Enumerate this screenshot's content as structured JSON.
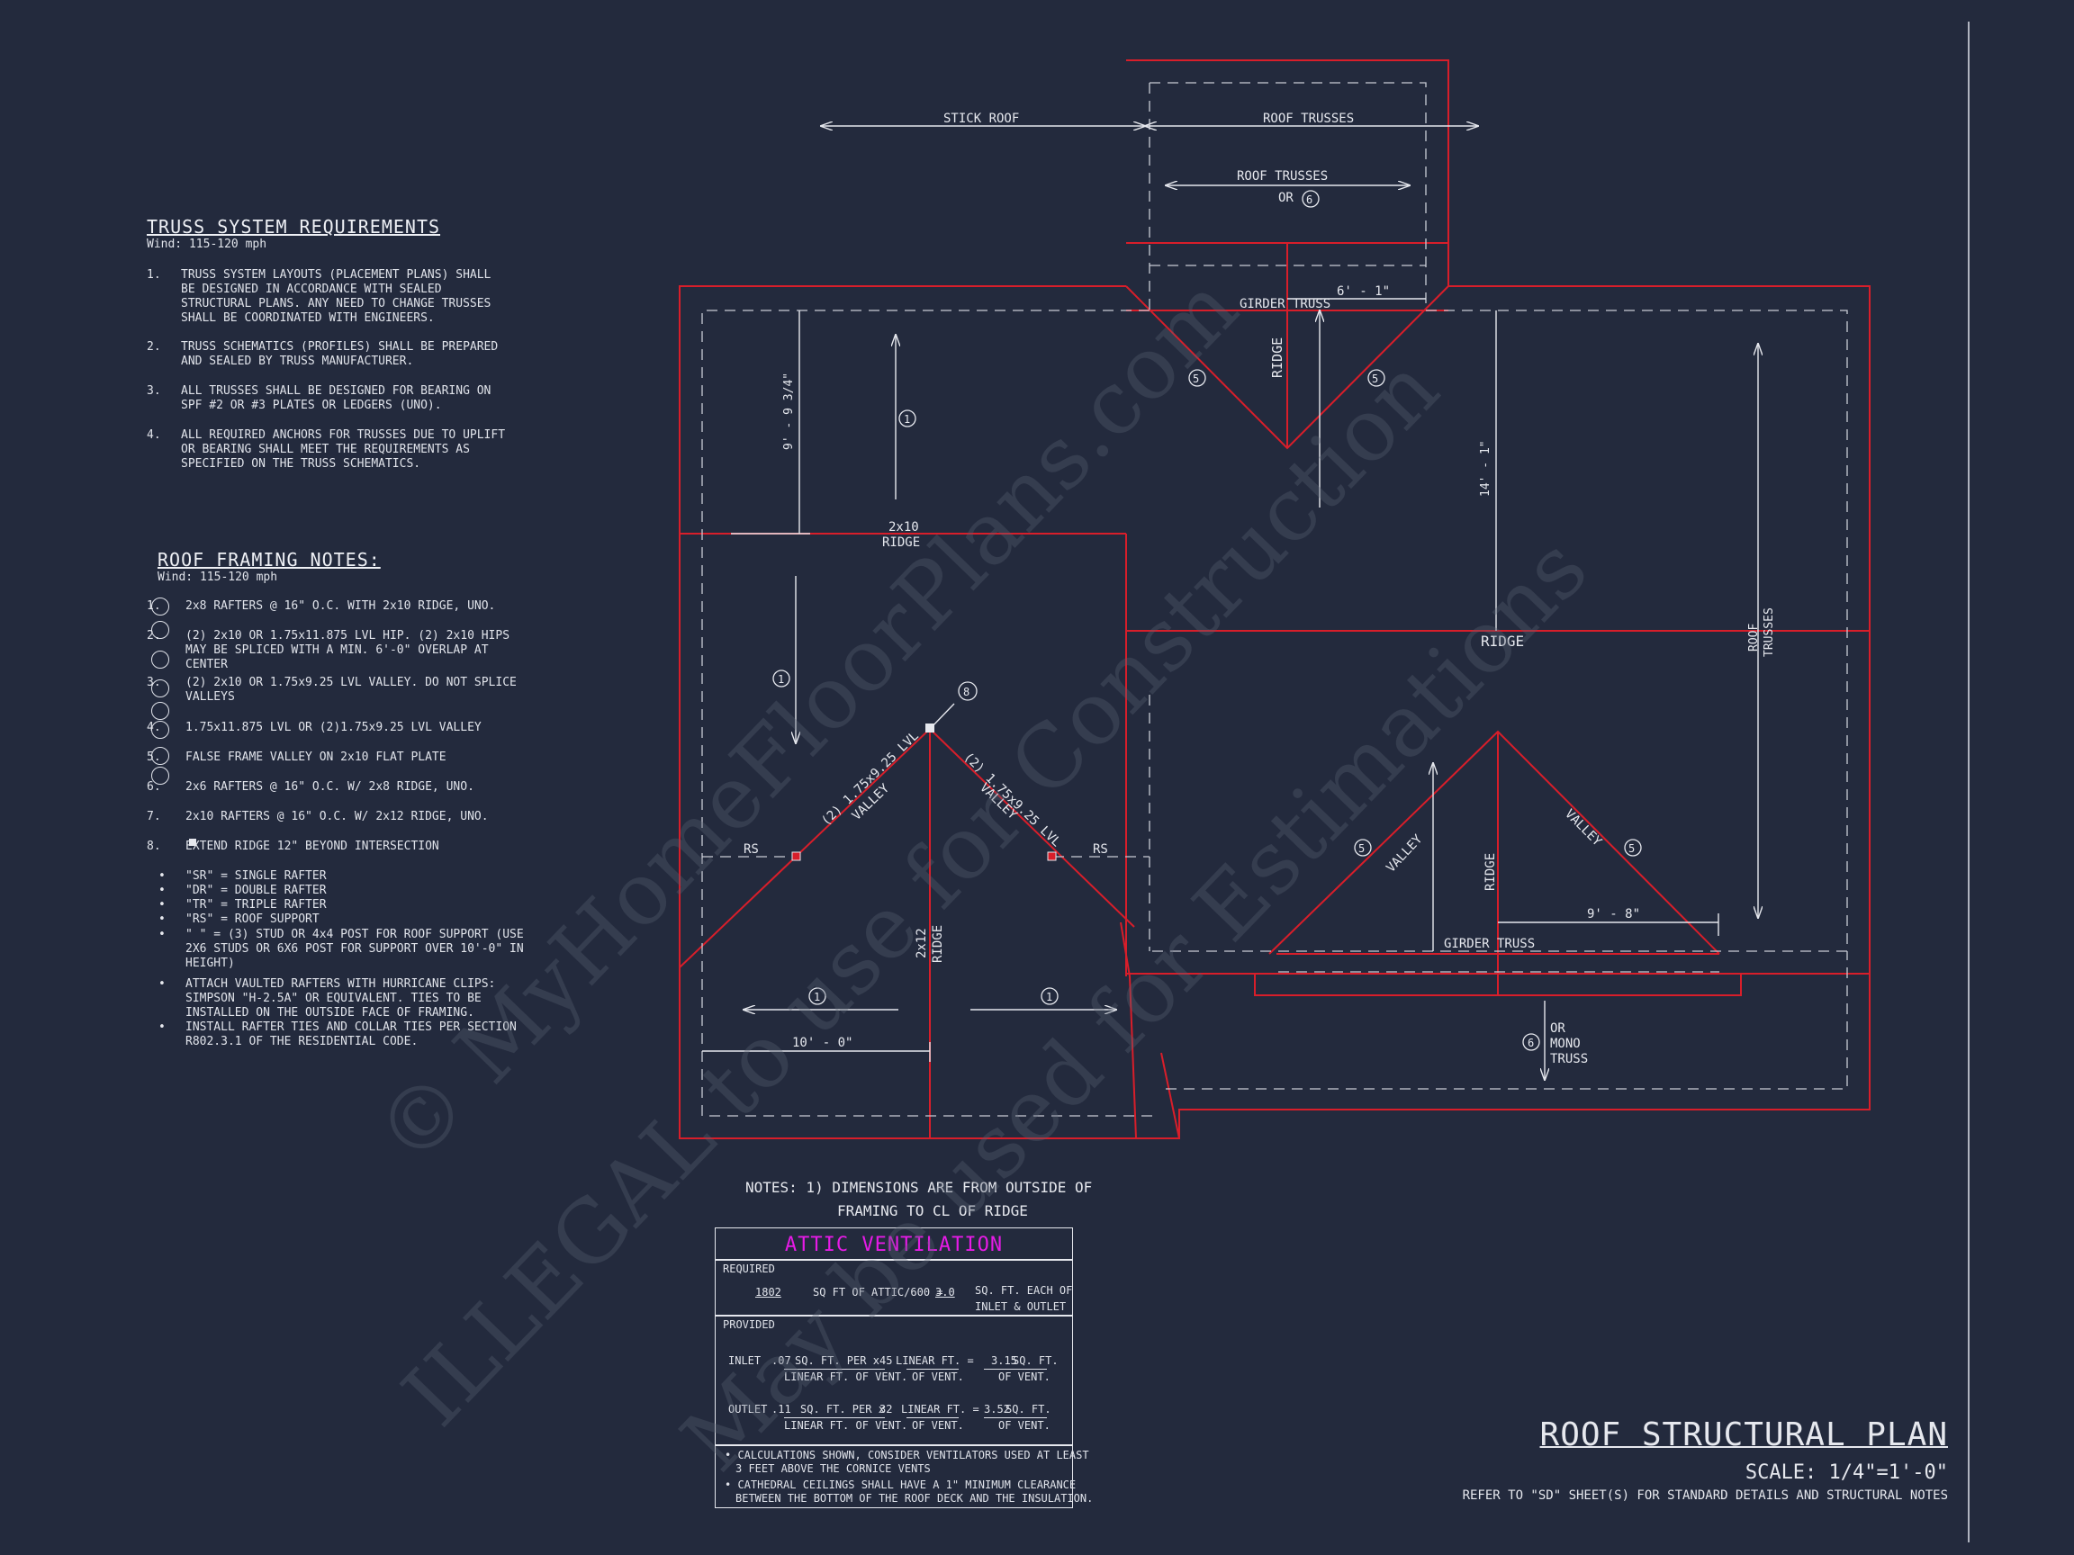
{
  "truss": {
    "title": "TRUSS SYSTEM REQUIREMENTS",
    "wind": "Wind: 115-120 mph",
    "items": [
      {
        "num": "1.",
        "text": "TRUSS SYSTEM LAYOUTS (PLACEMENT PLANS) SHALL BE DESIGNED IN ACCORDANCE WITH SEALED STRUCTURAL PLANS. ANY NEED TO CHANGE TRUSSES SHALL BE COORDINATED WITH ENGINEERS."
      },
      {
        "num": "2.",
        "text": "TRUSS SCHEMATICS (PROFILES) SHALL BE PREPARED AND SEALED BY TRUSS MANUFACTURER."
      },
      {
        "num": "3.",
        "text": "ALL TRUSSES SHALL BE DESIGNED FOR BEARING ON SPF #2 OR #3 PLATES OR LEDGERS (UNO)."
      },
      {
        "num": "4.",
        "text": "ALL REQUIRED ANCHORS FOR TRUSSES DUE TO UPLIFT OR BEARING SHALL MEET THE REQUIREMENTS AS SPECIFIED ON THE TRUSS SCHEMATICS."
      }
    ]
  },
  "framing": {
    "title": "ROOF FRAMING NOTES:",
    "wind": "Wind: 115-120 mph",
    "items": [
      {
        "num": "1.",
        "text": "2x8 RAFTERS @ 16\" O.C. WITH 2x10 RIDGE, UNO."
      },
      {
        "num": "2.",
        "text": "(2) 2x10 OR 1.75x11.875 LVL HIP. (2) 2x10 HIPS MAY BE SPLICED WITH A MIN. 6'-0\" OVERLAP AT CENTER"
      },
      {
        "num": "3.",
        "text": "(2) 2x10 OR 1.75x9.25 LVL VALLEY. DO NOT SPLICE VALLEYS"
      },
      {
        "num": "4.",
        "text": "1.75x11.875 LVL OR (2)1.75x9.25 LVL VALLEY"
      },
      {
        "num": "5.",
        "text": "FALSE FRAME VALLEY ON 2x10 FLAT PLATE"
      },
      {
        "num": "6.",
        "text": "2x6 RAFTERS @ 16\" O.C. W/ 2x8 RIDGE, UNO."
      },
      {
        "num": "7.",
        "text": "2x10 RAFTERS @ 16\" O.C. W/ 2x12 RIDGE, UNO."
      },
      {
        "num": "8.",
        "text": "EXTEND RIDGE 12\" BEYOND INTERSECTION"
      }
    ],
    "bullets": [
      "\"SR\" = SINGLE RAFTER",
      "\"DR\" = DOUBLE RAFTER",
      "\"TR\" = TRIPLE RAFTER",
      "\"RS\" = ROOF SUPPORT",
      "\" \" = (3) STUD OR 4x4 POST FOR ROOF SUPPORT (USE 2X6 STUDS OR 6X6 POST FOR SUPPORT OVER 10'-0\" IN HEIGHT)",
      "ATTACH VAULTED RAFTERS WITH HURRICANE CLIPS: SIMPSON \"H-2.5A\" OR EQUIVALENT. TIES TO BE INSTALLED ON THE OUTSIDE FACE OF FRAMING.",
      "INSTALL RAFTER TIES AND COLLAR TIES PER SECTION R802.3.1 OF THE RESIDENTIAL CODE."
    ]
  },
  "plan": {
    "stick_roof": "STICK ROOF",
    "roof_trusses_top": "ROOF TRUSSES",
    "roof_trusses_2": "ROOF TRUSSES",
    "or_6": "OR",
    "girder_truss_top": "GIRDER TRUSS",
    "dim_6_1": "6' - 1\"",
    "ridge_center": "RIDGE",
    "dim_9_9": "9' - 9 3/4\"",
    "ridge_2x10": "2x10",
    "ridge_2x10_b": "RIDGE",
    "dim_14_1": "14' - 1\"",
    "ridge_mid": "RIDGE",
    "roof_trusses_right_1": "ROOF",
    "roof_trusses_right_2": "TRUSSES",
    "valley_left_1": "(2) 1.75x9.25 LVL",
    "valley_left_2": "VALLEY",
    "valley_right_1": "(2) 1.75x9.25 LVL",
    "valley_right_2": "VALLEY",
    "rs_left": "RS",
    "rs_right": "RS",
    "ridge_2x12_a": "2x12",
    "ridge_2x12_b": "RIDGE",
    "dim_10_0": "10' - 0\"",
    "valley_small_left": "VALLEY",
    "valley_small_right": "VALLEY",
    "ridge_small": "RIDGE",
    "dim_9_8": "9' - 8\"",
    "girder_truss_bottom": "GIRDER TRUSS",
    "or_mono_1": "OR",
    "or_mono_2": "MONO",
    "or_mono_3": "TRUSS",
    "tag_1": "1",
    "tag_5": "5",
    "tag_6": "6",
    "tag_8": "8"
  },
  "notes": {
    "line1": "NOTES:  1)  DIMENSIONS ARE FROM OUTSIDE OF",
    "line2": "FRAMING TO CL OF RIDGE"
  },
  "attic": {
    "title": "ATTIC VENTILATION",
    "required": "REQUIRED",
    "req_area": "1802",
    "req_mid": "SQ FT OF ATTIC/600 =",
    "req_val": "3.0",
    "req_right_1": "SQ. FT. EACH OF",
    "req_right_2": "INLET & OUTLET",
    "provided": "PROVIDED",
    "inlet_label": "INLET",
    "inlet_a": ".07",
    "inlet_b": "SQ. FT. PER x",
    "inlet_c": "45",
    "inlet_d": "LINEAR FT. =",
    "inlet_e": "3.15",
    "inlet_f": "SQ. FT.",
    "inlet_sub1": "LINEAR FT. OF VENT.",
    "inlet_sub2": "OF VENT.",
    "inlet_sub3": "OF VENT.",
    "outlet_label": "OUTLET",
    "outlet_a": ".11",
    "outlet_b": "SQ. FT. PER x",
    "outlet_c": "32",
    "outlet_d": "LINEAR FT. =",
    "outlet_e": "3.52",
    "outlet_f": "SQ. FT.",
    "outlet_sub1": "LINEAR FT. OF VENT.",
    "outlet_sub2": "OF VENT.",
    "outlet_sub3": "OF VENT.",
    "calc_1": "• CALCULATIONS SHOWN, CONSIDER VENTILATORS USED AT LEAST",
    "calc_2": "3 FEET ABOVE THE CORNICE VENTS",
    "calc_3": "• CATHEDRAL CEILINGS SHALL HAVE A 1\" MINIMUM CLEARANCE",
    "calc_4": "BETWEEN THE BOTTOM OF THE ROOF DECK AND THE INSULATION."
  },
  "title_block": {
    "title": "ROOF STRUCTURAL PLAN",
    "scale": "SCALE: 1/4\"=1'-0\"",
    "ref": "REFER TO \"SD\" SHEET(S) FOR STANDARD DETAILS AND STRUCTURAL NOTES"
  },
  "watermark": {
    "line1": "© MyHomeFloorPlans.com",
    "line2": "ILLEGAL to use for Construction",
    "line3": "May be used for Estimations"
  },
  "colors": {
    "background": "#232a3d",
    "wall_red": "#d81e2a",
    "line_white": "#e6e8ee",
    "magenta": "#e61be6"
  }
}
